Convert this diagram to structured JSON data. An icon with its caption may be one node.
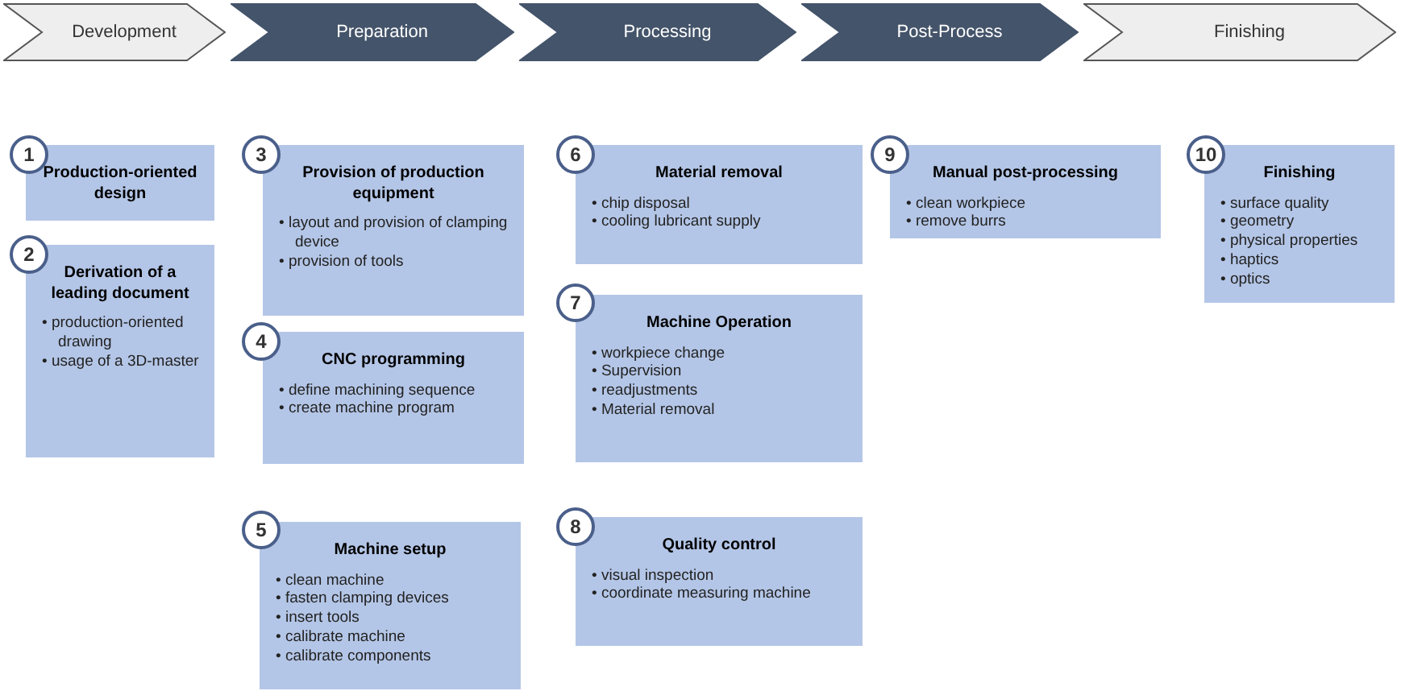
{
  "diagram": {
    "nodes": [
      {
        "text": [
          "Development"
        ]
      },
      {
        "text": [
          "Preparation"
        ]
      },
      {
        "text": [
          "Processing"
        ]
      },
      {
        "text": [
          "Post-Process"
        ]
      },
      {
        "text": [
          "Finishing"
        ]
      },
      {
        "text": [
          "1"
        ]
      },
      {
        "text": [
          "Production-oriented design"
        ]
      },
      {
        "text": [
          "2"
        ]
      },
      {
        "text": [
          "Derivation of a leading document",
          "• production-oriented drawing",
          "• usage of a 3D-master"
        ]
      },
      {
        "text": [
          "3"
        ]
      },
      {
        "text": [
          "Provision of production equipment",
          "• layout and provision of clamping device",
          "• provision of tools"
        ]
      },
      {
        "text": [
          "4"
        ]
      },
      {
        "text": [
          "CNC programming",
          "• define machining sequence",
          "• create machine program"
        ]
      },
      {
        "text": [
          "5"
        ]
      },
      {
        "text": [
          "Machine setup",
          "• clean machine",
          "• fasten clamping devices",
          "• insert tools",
          "• calibrate machine",
          "• calibrate components"
        ]
      },
      {
        "text": [
          "6"
        ]
      },
      {
        "text": [
          "Material removal",
          "• chip disposal",
          "• cooling lubricant supply"
        ]
      },
      {
        "text": [
          "7"
        ]
      },
      {
        "text": [
          "Machine Operation",
          "• workpiece change",
          "• Supervision",
          "• readjustments",
          "• Material removal"
        ]
      },
      {
        "text": [
          "8"
        ]
      },
      {
        "text": [
          "Quality control",
          "• visual inspection",
          "• coordinate measuring machine"
        ]
      },
      {
        "text": [
          "9"
        ]
      },
      {
        "text": [
          "Manual post-processing",
          "• clean workpiece",
          "• remove burrs"
        ]
      },
      {
        "text": [
          "10"
        ]
      },
      {
        "text": [
          "Finishing",
          "• surface quality",
          "• geometry",
          "• physical properties",
          "• haptics",
          "• optics"
        ]
      }
    ]
  }
}
